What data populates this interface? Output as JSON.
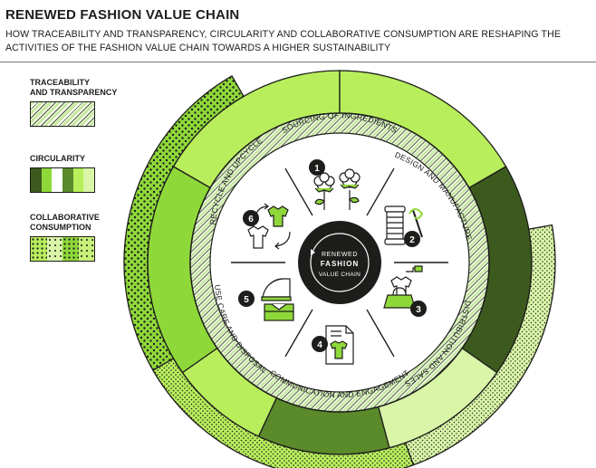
{
  "header": {
    "title": "RENEWED FASHION VALUE CHAIN",
    "subtitle": "HOW TRACEABILITY AND TRANSPARENCY, CIRCULARITY AND COLLABORATIVE CONSUMPTION ARE RESHAPING THE ACTIVITIES OF THE FASHION VALUE CHAIN TOWARDS A HIGHER SUSTAINABILITY"
  },
  "legend": [
    {
      "label": "TRACEABILITY\nAND TRANSPARENCY",
      "pattern": "hatch"
    },
    {
      "label": "CIRCULARITY",
      "pattern": "solid-greens"
    },
    {
      "label": "COLLABORATIVE\nCONSUMPTION",
      "pattern": "dots"
    }
  ],
  "center": {
    "line1": "RENEWED",
    "line2": "FASHION",
    "line3": "VALUE CHAIN"
  },
  "stages": [
    {
      "number": "1",
      "label": "SOURCING OF INGREDIENTS",
      "icon": "cotton-plant-icon"
    },
    {
      "number": "2",
      "label": "DESIGN AND MANUFACTURE",
      "icon": "thread-spool-needle-icon"
    },
    {
      "number": "3",
      "label": "DISTRIBUTION AND SALES",
      "icon": "shirt-shopping-bag-icon"
    },
    {
      "number": "4",
      "label": "COMMUNICATION AND ENGAGEMENT",
      "icon": "shirt-document-icon"
    },
    {
      "number": "5",
      "label": "USE CARE AND DISPOSAL",
      "icon": "iron-folded-shirt-icon"
    },
    {
      "number": "6",
      "label": "RECYCLE AND UPCYCLE",
      "icon": "shirt-recycle-icon"
    }
  ],
  "colors": {
    "dark_green": "#3d5a1e",
    "mid_green": "#5a8a2a",
    "bright_green": "#8fd83a",
    "lime": "#b8ee5c",
    "pale_lime": "#d9f5a8",
    "ink": "#1d1d1b"
  }
}
